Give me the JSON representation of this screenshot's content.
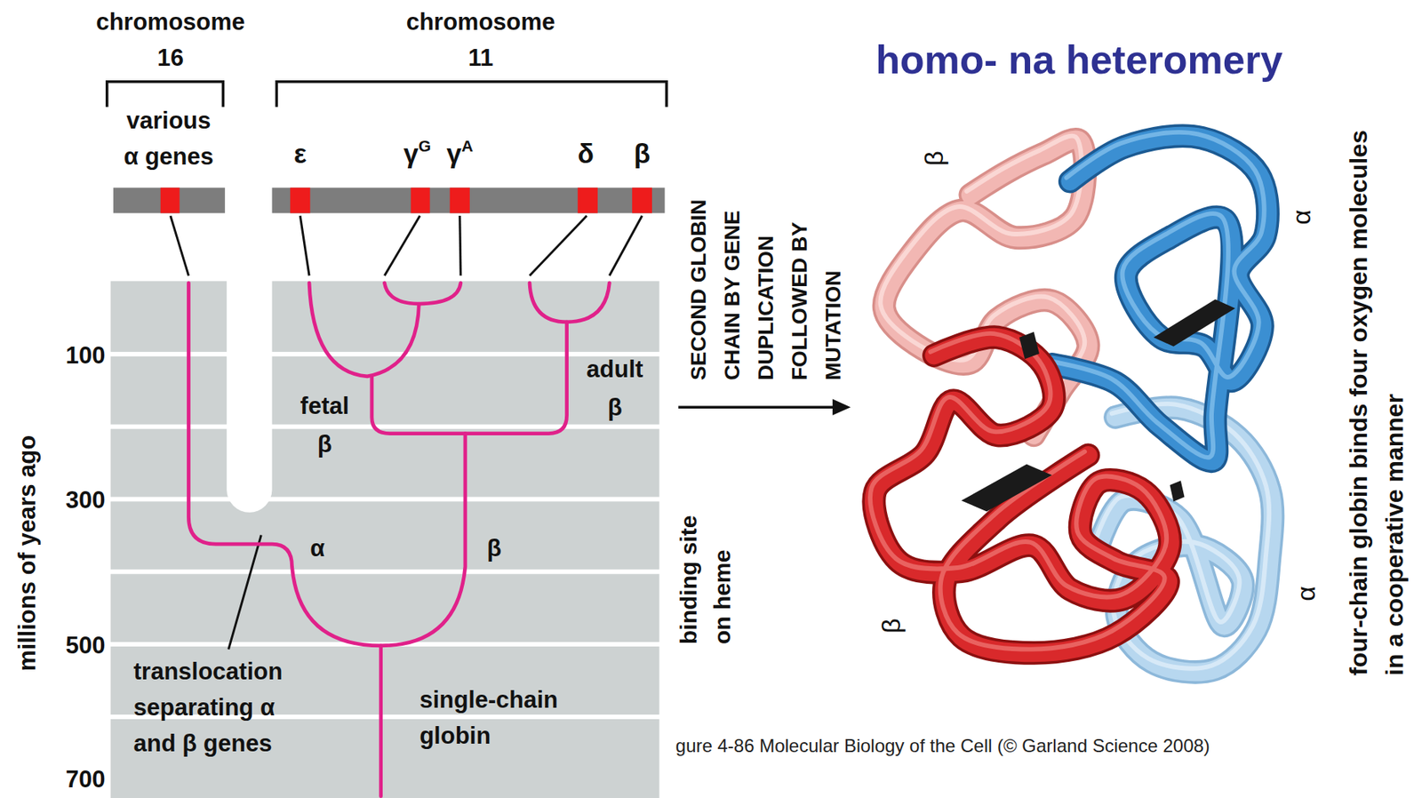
{
  "diagram": {
    "title": "homo- na heteromery",
    "caption": "gure 4-86 Molecular Biology of the Cell (© Garland Science 2008)",
    "labels": [
      "chromosome 16",
      "chromosome 11",
      "various α genes",
      "ε",
      "γG",
      "γA",
      "δ",
      "β",
      "100",
      "300",
      "500",
      "700",
      "millions of years ago",
      "fetal β",
      "adult β",
      "α",
      "β",
      "translocation separating α and β genes",
      "single-chain globin",
      "SECOND GLOBIN CHAIN BY GENE DUPLICATION FOLLOWED BY MUTATION",
      "binding site on heme",
      "β",
      "α",
      "β",
      "α",
      "four-chain globin binds four oxygen molecules in a cooperative manner"
    ]
  }
}
